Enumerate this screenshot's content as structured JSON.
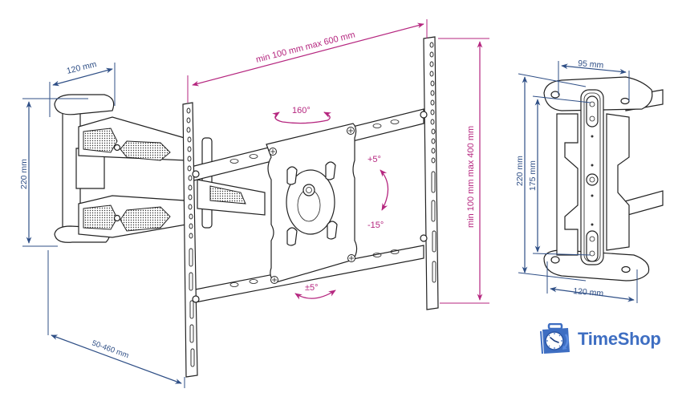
{
  "diagram": {
    "subject": "Full-motion TV wall mount technical drawing",
    "colors": {
      "dimension_primary": "#b5267f",
      "dimension_secondary": "#2f4f86",
      "line_art": "#222222",
      "brand": "#3e6ec2"
    },
    "dimensions": {
      "vesa_horizontal": "min 100 mm max 600 mm",
      "vesa_vertical": "min 100 mm max 400 mm",
      "arm_top_depth": "120 mm",
      "arm_height": "220 mm",
      "extension": "50-460 mm",
      "wall_plate_top_width": "95 mm",
      "wall_plate_bottom_width": "120 mm",
      "wall_plate_height": "220 mm",
      "wall_plate_hole_spacing": "175 mm"
    },
    "rotations": {
      "swivel": "160°",
      "tilt_up": "+5°",
      "tilt_down": "-15°",
      "level": "±5°"
    }
  },
  "logo": {
    "name": "TimeShop",
    "icon": "clock-bag-icon"
  }
}
